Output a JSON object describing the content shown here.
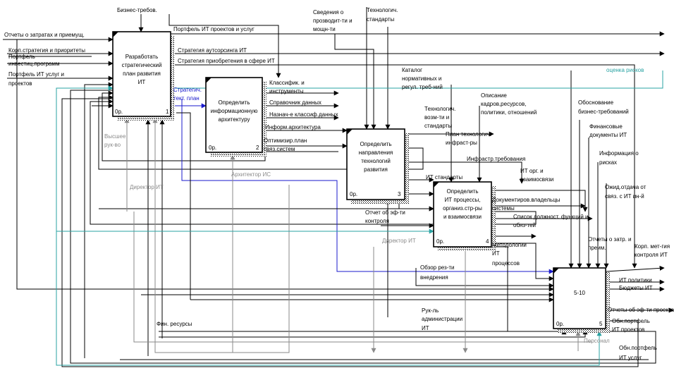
{
  "diagram": {
    "blocks": [
      {
        "label": [
          "Разработать",
          "стратегический",
          "план развития",
          "ИТ"
        ],
        "cost": "0р.",
        "num": "1"
      },
      {
        "label": [
          "Определить",
          "информационную",
          "архитектуру"
        ],
        "cost": "0р.",
        "num": "2"
      },
      {
        "label": [
          "Определить",
          "направления",
          "технологий",
          "развития"
        ],
        "cost": "0р.",
        "num": "3"
      },
      {
        "label": [
          "Определить",
          "ИТ процессы,",
          "организ.стр-ры",
          "и взаимосвязи"
        ],
        "cost": "0р.",
        "num": "4"
      },
      {
        "label": [
          "5-10"
        ],
        "cost": "0р.",
        "num": "5"
      }
    ],
    "inputs": [
      "Отчеты о затратах и приемущ.",
      "Корп.стратегия и приоритеты",
      "Портфель",
      "инвестиц.программ",
      "Портфель ИТ услуг и",
      "проектов"
    ],
    "top_controls": [
      "Бизнес-требов.",
      "Сведения о",
      "прозводит-ти и",
      "мощн-ти",
      "Технологич.",
      "стандарты"
    ],
    "b1_outputs": [
      "Портфель ИТ проектов и услуг",
      "Стратегия аутсорсинга ИТ",
      "Стратегия приобретения в сфере ИТ",
      "Стратегич.",
      "тект. план"
    ],
    "b2_outputs": [
      "Классифик. и",
      "инструменты",
      "Справочник данных",
      "Назнач-е классиф.данных",
      "Информ.архитектура",
      "Оптимизир.план",
      "связ.систем"
    ],
    "b3_labels": [
      "Каталог",
      "нормативных и",
      "регул. треб-ний",
      "Описание",
      "кадров,ресурсов,",
      "политики, отношений",
      "Технологич.",
      "возм-ти и",
      "стандарты",
      "План технологич.",
      "инфраст-ры",
      "Инфрастр.требования",
      "ИТ стандарты",
      "Отчет об эф-ти",
      "контроля"
    ],
    "b4_labels": [
      "ИТ орг. и",
      "взаимосвязи",
      "Документиров.владельцы",
      "системы",
      "Список должност. функций и",
      "обяз-тей",
      "Методологии",
      "ИТ",
      "процессов",
      "Обзор рез-ти",
      "внедрения"
    ],
    "right_labels": [
      "Обоснование",
      "бизнес-требований",
      "Финансовые",
      "документы ИТ",
      "Информация о",
      "рисках",
      "Ожид.отдача от",
      "связ. с ИТ ин-й",
      "Отчеты о затр. и",
      "преим.",
      "Корп. мет-гия",
      "контроля ИТ",
      "ИТ политики",
      "Бюджеты ИТ",
      "Отчеты об эф-ти проекта",
      "Обн.портфель",
      "ИТ проектов",
      "Обн.портфель",
      "ИТ услуг"
    ],
    "teal_label": "оценка рисков",
    "mechanisms": [
      "Высшее",
      "рук-во",
      "Директор ИТ",
      "Архитектор  ИС",
      "Директор ИТ",
      "Персонал"
    ],
    "bottom_labels": [
      "Фин. ресурсы",
      "Рук-ль",
      "администрации",
      "ИТ"
    ]
  }
}
